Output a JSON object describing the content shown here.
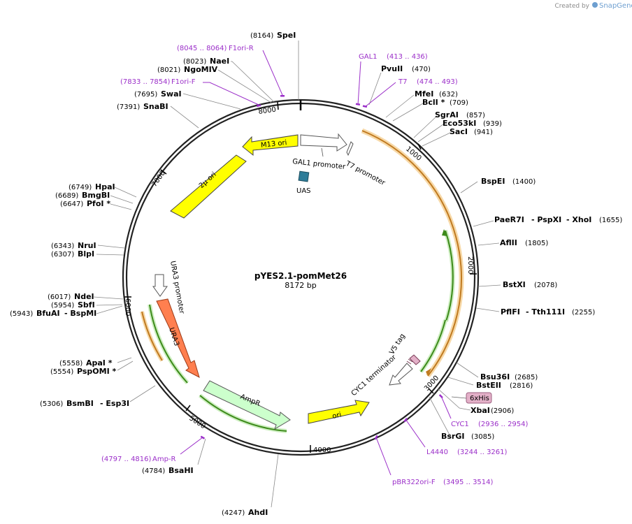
{
  "credit": {
    "prefix": "Created by",
    "brand": "SnapGene"
  },
  "plasmid": {
    "name": "pYES2.1-pomMet26",
    "length_label": "8172 bp"
  },
  "colors": {
    "backbone": "#222222",
    "yellow": "#ffff00",
    "orange_feature": "#ff7f4f",
    "ampr": "#ccffcc",
    "primer": "#9b2fc9",
    "uas": "#2e7d99",
    "orf_orange": "#f0a030",
    "orf_green": "#3c8a1a",
    "tag": "#e3b0c8"
  },
  "ticks": [
    "1000",
    "2000",
    "3000",
    "4000",
    "5000",
    "6000",
    "7000",
    "8000"
  ],
  "sites_right": [
    {
      "id": "pvuii",
      "name": "PvuII",
      "pos": "(470)"
    },
    {
      "id": "mfei",
      "name": "MfeI",
      "pos": "(632)"
    },
    {
      "id": "bcli",
      "name": "BclI *",
      "pos": "(709)"
    },
    {
      "id": "sgrai",
      "name": "SgrAI",
      "pos": "(857)"
    },
    {
      "id": "eco53ki",
      "name": "Eco53kI",
      "pos": "(939)"
    },
    {
      "id": "saci",
      "name": "SacI",
      "pos": "(941)"
    },
    {
      "id": "bspei",
      "name": "BspEI",
      "pos": "(1400)"
    },
    {
      "id": "paer7i",
      "name": "PaeR7I",
      "pos": "(1655)",
      "extra1": "- PspXI",
      "extra2": "- XhoI"
    },
    {
      "id": "aflii",
      "name": "AflII",
      "pos": "(1805)"
    },
    {
      "id": "bstxi",
      "name": "BstXI",
      "pos": "(2078)"
    },
    {
      "id": "pflfi",
      "name": "PflFI",
      "pos": "(2255)",
      "extra1": "- Tth111I"
    },
    {
      "id": "bsu36i",
      "name": "Bsu36I",
      "pos": "(2685)"
    },
    {
      "id": "bsteii",
      "name": "BstEII",
      "pos": "(2816)"
    },
    {
      "id": "xbai",
      "name": "XbaI",
      "pos": "(2906)"
    },
    {
      "id": "bsrgi",
      "name": "BsrGI",
      "pos": "(3085)"
    }
  ],
  "sites_left": [
    {
      "id": "spei",
      "name": "SpeI",
      "pos": "(8164)"
    },
    {
      "id": "naei",
      "name": "NaeI",
      "pos": "(8023)"
    },
    {
      "id": "ngomiv",
      "name": "NgoMIV",
      "pos": "(8021)"
    },
    {
      "id": "swai",
      "name": "SwaI",
      "pos": "(7695)"
    },
    {
      "id": "snabi",
      "name": "SnaBI",
      "pos": "(7391)"
    },
    {
      "id": "hpai",
      "name": "HpaI",
      "pos": "(6749)"
    },
    {
      "id": "bmgbi",
      "name": "BmgBI",
      "pos": "(6689)"
    },
    {
      "id": "pfoi",
      "name": "PfoI *",
      "pos": "(6647)"
    },
    {
      "id": "nrui",
      "name": "NruI",
      "pos": "(6343)"
    },
    {
      "id": "blpi",
      "name": "BlpI",
      "pos": "(6307)"
    },
    {
      "id": "ndei",
      "name": "NdeI",
      "pos": "(6017)"
    },
    {
      "id": "sbfi",
      "name": "SbfI",
      "pos": "(5954)"
    },
    {
      "id": "bfuai",
      "name": "BfuAI",
      "pos": "(5943)",
      "extra1": "- BspMI"
    },
    {
      "id": "apai",
      "name": "ApaI *",
      "pos": "(5558)"
    },
    {
      "id": "pspomi",
      "name": "PspOMI *",
      "pos": "(5554)"
    },
    {
      "id": "bsmbi",
      "name": "BsmBI",
      "pos": "(5306)",
      "extra1": "- Esp3I"
    },
    {
      "id": "bsahi",
      "name": "BsaHI",
      "pos": "(4784)"
    },
    {
      "id": "ahdi",
      "name": "AhdI",
      "pos": "(4247)"
    }
  ],
  "primers": [
    {
      "id": "f1ori-r",
      "name": "F1ori-R",
      "range": "(8045 .. 8064)"
    },
    {
      "id": "f1ori-f",
      "name": "F1ori-F",
      "range": "(7833 .. 7854)"
    },
    {
      "id": "gal1",
      "name": "GAL1",
      "range": "(413 .. 436)"
    },
    {
      "id": "t7",
      "name": "T7",
      "range": "(474 .. 493)"
    },
    {
      "id": "cyc1",
      "name": "CYC1",
      "range": "(2936 .. 2954)"
    },
    {
      "id": "l4440",
      "name": "L4440",
      "range": "(3244 .. 3261)"
    },
    {
      "id": "pbr322ori-f",
      "name": "pBR322ori-F",
      "range": "(3495 .. 3514)"
    },
    {
      "id": "amp-r",
      "name": "Amp-R",
      "range": "(4797 .. 4816)"
    }
  ],
  "features": {
    "m13_ori": "M13 ori",
    "two_mu_ori": "2μ ori",
    "gal1_promoter": "GAL1 promoter",
    "t7_promoter": "T7 promoter",
    "uas": "UAS",
    "ura3_promoter": "URA3 promoter",
    "ura3": "URA3",
    "ampr": "AmpR",
    "ori": "ori",
    "cyc1_terminator": "CYC1 terminator",
    "v5_tag": "V5 tag",
    "six_his": "6xHis"
  }
}
